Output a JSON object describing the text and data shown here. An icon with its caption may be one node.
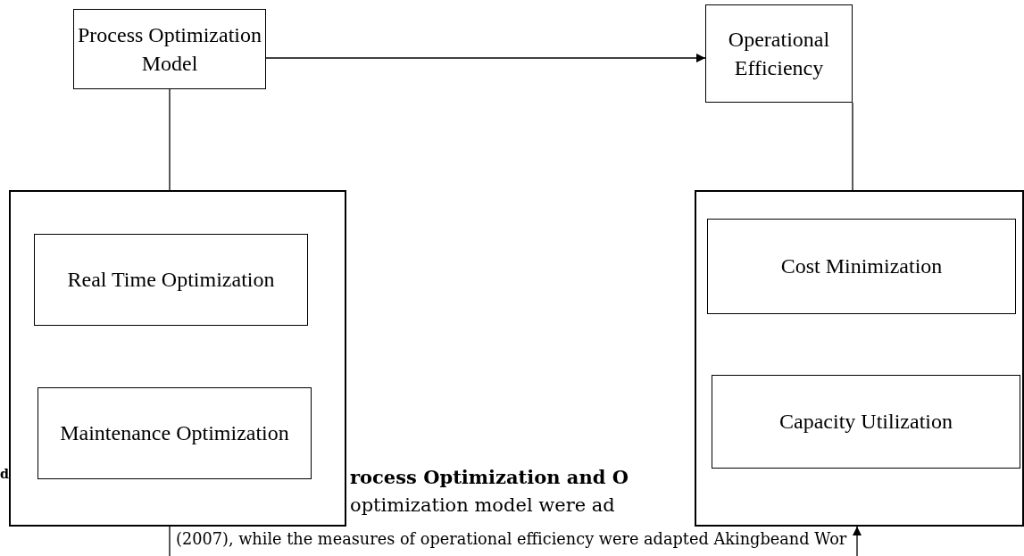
{
  "diagram": {
    "nodes": [
      {
        "text": [
          "Process Optimization Model"
        ]
      },
      {
        "text": [],
        "shape": "box"
      },
      {
        "text": [
          "Real Time Optimization"
        ],
        "in": 1
      },
      {
        "text": [
          "Maintenance Optimization"
        ],
        "in": 1
      },
      {
        "text": [
          "Operational Efficiency"
        ]
      },
      {
        "text": [],
        "shape": "box"
      },
      {
        "text": [
          "Cost Minimization"
        ],
        "in": 5
      },
      {
        "text": [
          "Capacity Utilization"
        ],
        "in": 5
      }
    ],
    "edges": [
      {
        "from": 0,
        "to": 4,
        "arrow": "to"
      },
      {
        "from": 0,
        "to": 1,
        "arrow": "none"
      },
      {
        "from": 4,
        "to": 5,
        "arrow": "none"
      },
      {
        "from": 1,
        "to": null,
        "arrow": "none"
      },
      {
        "from": null,
        "to": 5,
        "arrow": "to"
      }
    ],
    "labels": [
      "d",
      "rocess Optimization and O",
      "optimization model were ad",
      "(2007), while the measures of operational efficiency were adapted Akingbeand Wor"
    ]
  }
}
